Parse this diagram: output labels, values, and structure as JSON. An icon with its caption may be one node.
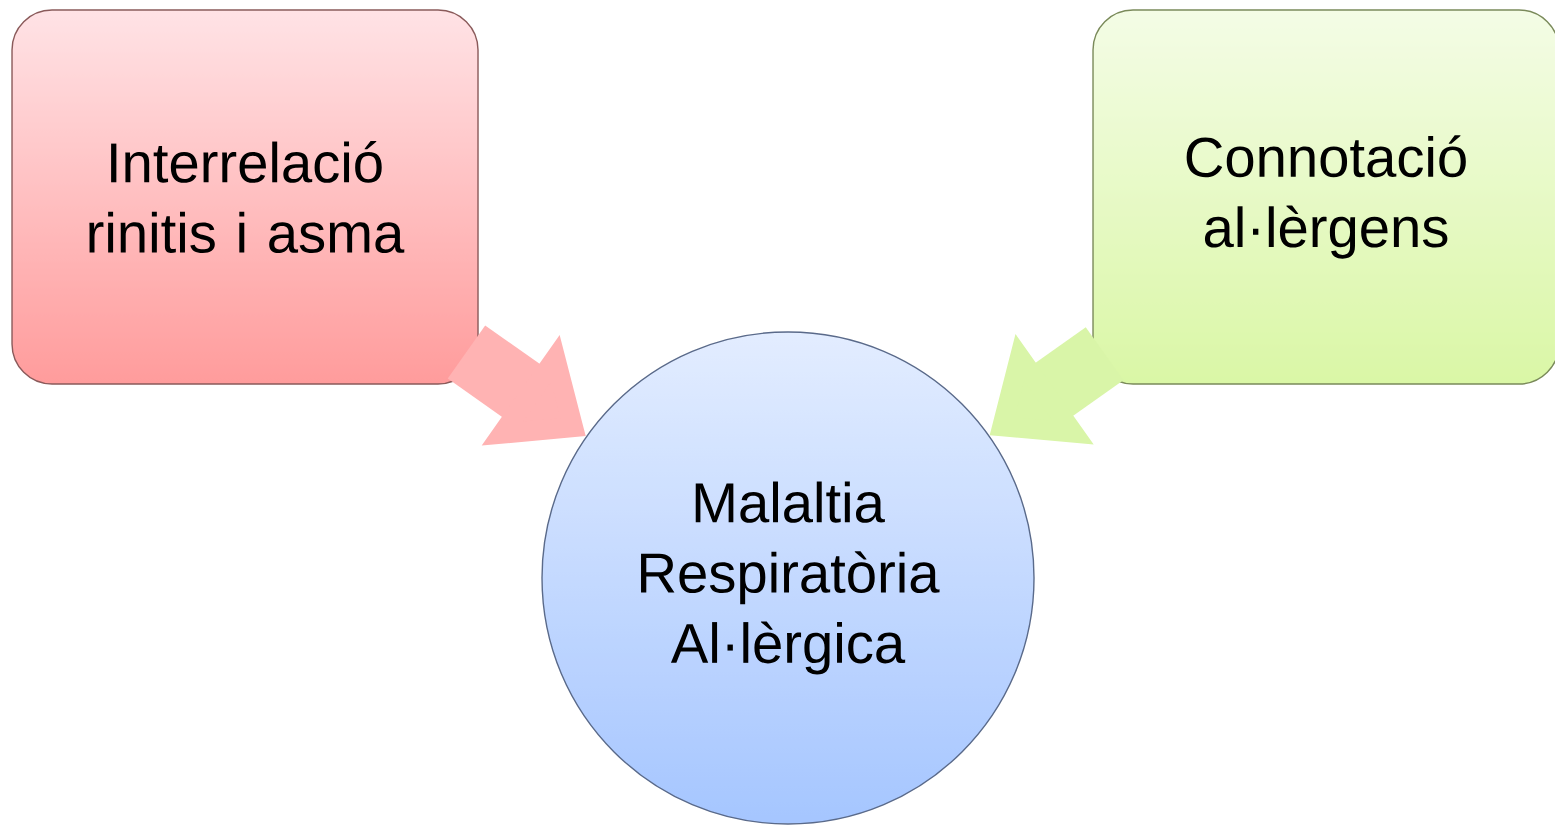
{
  "diagram": {
    "nodes": [
      {
        "text": [
          "Interrelació rinitis i asma"
        ]
      },
      {
        "text": [
          "Connotació al·lèrgens"
        ]
      },
      {
        "text": [
          "Malaltia Respiratòria Al·lèrgica"
        ]
      }
    ],
    "edges": [
      {
        "from": 0,
        "to": 2,
        "arrow": "to",
        "color": "#ffb3b3"
      },
      {
        "from": 1,
        "to": 2,
        "arrow": "to",
        "color": "#d9f5a8"
      }
    ]
  }
}
